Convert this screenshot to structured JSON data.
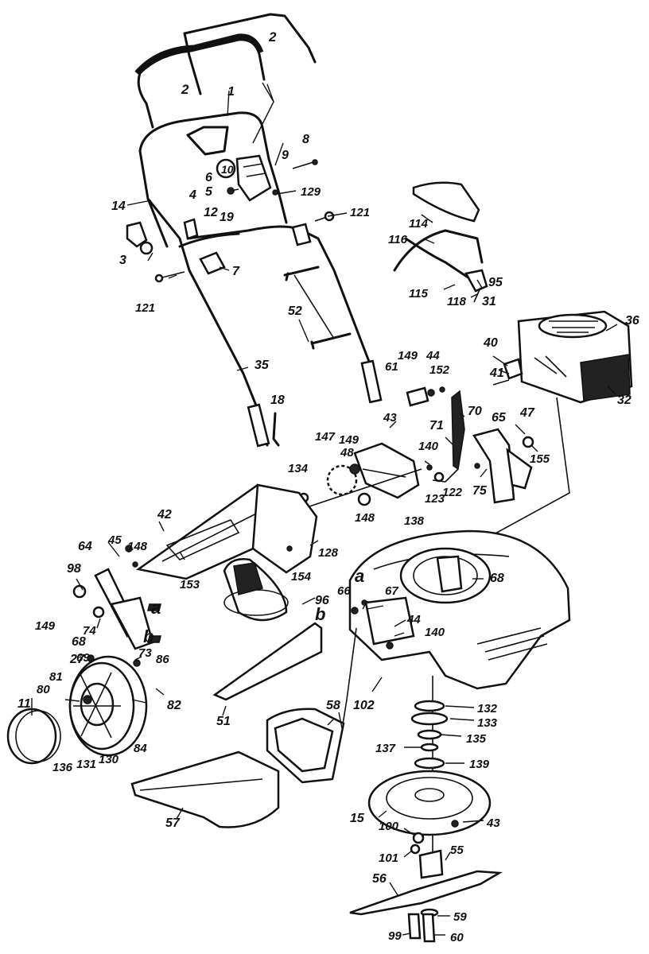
{
  "labels": [
    {
      "id": "l1",
      "text": "1"
    },
    {
      "id": "l2a",
      "text": "2"
    },
    {
      "id": "l2b",
      "text": "2"
    },
    {
      "id": "l3",
      "text": "3"
    },
    {
      "id": "l4",
      "text": "4"
    },
    {
      "id": "l5",
      "text": "5"
    },
    {
      "id": "l6",
      "text": "6"
    },
    {
      "id": "l7",
      "text": "7"
    },
    {
      "id": "l8",
      "text": "8"
    },
    {
      "id": "l9",
      "text": "9"
    },
    {
      "id": "l10",
      "text": "10"
    },
    {
      "id": "l11",
      "text": "11"
    },
    {
      "id": "l12",
      "text": "12"
    },
    {
      "id": "l14",
      "text": "14"
    },
    {
      "id": "l15",
      "text": "15"
    },
    {
      "id": "l18",
      "text": "18"
    },
    {
      "id": "l19",
      "text": "19"
    },
    {
      "id": "l27",
      "text": "27"
    },
    {
      "id": "l31",
      "text": "31"
    },
    {
      "id": "l32",
      "text": "32"
    },
    {
      "id": "l35",
      "text": "35"
    },
    {
      "id": "l36",
      "text": "36"
    },
    {
      "id": "l40",
      "text": "40"
    },
    {
      "id": "l41",
      "text": "41"
    },
    {
      "id": "l42",
      "text": "42"
    },
    {
      "id": "l43a",
      "text": "43"
    },
    {
      "id": "l43b",
      "text": "43"
    },
    {
      "id": "l44a",
      "text": "44"
    },
    {
      "id": "l44b",
      "text": "44"
    },
    {
      "id": "l45",
      "text": "45"
    },
    {
      "id": "l47",
      "text": "47"
    },
    {
      "id": "l48",
      "text": "48"
    },
    {
      "id": "l51",
      "text": "51"
    },
    {
      "id": "l52",
      "text": "52"
    },
    {
      "id": "l55",
      "text": "55"
    },
    {
      "id": "l56",
      "text": "56"
    },
    {
      "id": "l57",
      "text": "57"
    },
    {
      "id": "l58",
      "text": "58"
    },
    {
      "id": "l59",
      "text": "59"
    },
    {
      "id": "l60",
      "text": "60"
    },
    {
      "id": "l61",
      "text": "61"
    },
    {
      "id": "l64",
      "text": "64"
    },
    {
      "id": "l65",
      "text": "65"
    },
    {
      "id": "l66",
      "text": "66"
    },
    {
      "id": "l67",
      "text": "67"
    },
    {
      "id": "l68a",
      "text": "68"
    },
    {
      "id": "l68b",
      "text": "68"
    },
    {
      "id": "l69",
      "text": "69"
    },
    {
      "id": "l70",
      "text": "70"
    },
    {
      "id": "l71",
      "text": "71"
    },
    {
      "id": "l73",
      "text": "73"
    },
    {
      "id": "l74",
      "text": "74"
    },
    {
      "id": "l75",
      "text": "75"
    },
    {
      "id": "l80",
      "text": "80"
    },
    {
      "id": "l81",
      "text": "81"
    },
    {
      "id": "l82",
      "text": "82"
    },
    {
      "id": "l84",
      "text": "84"
    },
    {
      "id": "l86",
      "text": "86"
    },
    {
      "id": "l95",
      "text": "95"
    },
    {
      "id": "l96",
      "text": "96"
    },
    {
      "id": "l98",
      "text": "98"
    },
    {
      "id": "l99",
      "text": "99"
    },
    {
      "id": "l100",
      "text": "100"
    },
    {
      "id": "l101",
      "text": "101"
    },
    {
      "id": "l102",
      "text": "102"
    },
    {
      "id": "l114",
      "text": "114"
    },
    {
      "id": "l115",
      "text": "115"
    },
    {
      "id": "l116",
      "text": "116"
    },
    {
      "id": "l118",
      "text": "118"
    },
    {
      "id": "l121a",
      "text": "121"
    },
    {
      "id": "l121b",
      "text": "121"
    },
    {
      "id": "l122",
      "text": "122"
    },
    {
      "id": "l123",
      "text": "123"
    },
    {
      "id": "l128",
      "text": "128"
    },
    {
      "id": "l129",
      "text": "129"
    },
    {
      "id": "l130",
      "text": "130"
    },
    {
      "id": "l131",
      "text": "131"
    },
    {
      "id": "l132",
      "text": "132"
    },
    {
      "id": "l133",
      "text": "133"
    },
    {
      "id": "l134",
      "text": "134"
    },
    {
      "id": "l135",
      "text": "135"
    },
    {
      "id": "l136",
      "text": "136"
    },
    {
      "id": "l137",
      "text": "137"
    },
    {
      "id": "l138",
      "text": "138"
    },
    {
      "id": "l139",
      "text": "139"
    },
    {
      "id": "l140a",
      "text": "140"
    },
    {
      "id": "l140b",
      "text": "140"
    },
    {
      "id": "l147",
      "text": "147"
    },
    {
      "id": "l148a",
      "text": "148"
    },
    {
      "id": "l148b",
      "text": "148"
    },
    {
      "id": "l149a",
      "text": "149"
    },
    {
      "id": "l149b",
      "text": "149"
    },
    {
      "id": "l149c",
      "text": "149"
    },
    {
      "id": "l152",
      "text": "152"
    },
    {
      "id": "l153",
      "text": "153"
    },
    {
      "id": "l154",
      "text": "154"
    },
    {
      "id": "l155",
      "text": "155"
    },
    {
      "id": "la1",
      "text": "a"
    },
    {
      "id": "la2",
      "text": "a"
    },
    {
      "id": "lb1",
      "text": "b"
    },
    {
      "id": "lb2",
      "text": "b"
    }
  ]
}
